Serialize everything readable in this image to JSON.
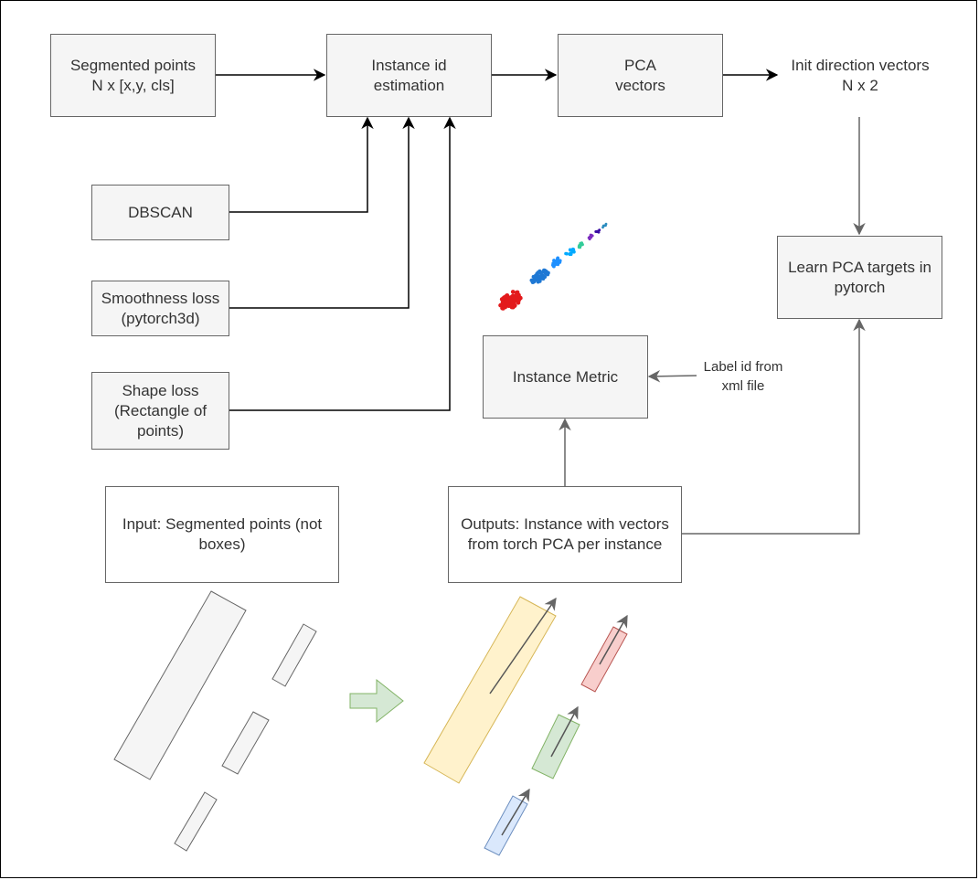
{
  "nodes": {
    "segmented_points": "Segmented points\nN x [x,y, cls]",
    "instance_id": "Instance id\nestimation",
    "pca_vectors": "PCA\nvectors",
    "dbscan": "DBSCAN",
    "smoothness_loss": "Smoothness loss\n(pytorch3d)",
    "shape_loss": "Shape loss\n(Rectangle of\npoints)",
    "learn_pca": "Learn PCA targets in\npytorch",
    "instance_metric": "Instance Metric",
    "input_desc": "Input: Segmented points (not\nboxes)",
    "outputs_desc": "Outputs: Instance with vectors\nfrom torch PCA per instance"
  },
  "labels": {
    "init_direction": "Init direction vectors\nN x 2",
    "label_id": "Label id from\nxml file"
  },
  "colors": {
    "box_fill": "#f5f5f5",
    "box_stroke": "#666666",
    "arrow_black": "#000000",
    "arrow_gray": "#666666",
    "yellow_fill": "#fff2cc",
    "yellow_stroke": "#d6b656",
    "red_fill": "#f8cecc",
    "red_stroke": "#b85450",
    "green_fill": "#d5e8d4",
    "green_stroke": "#82b366",
    "blue_fill": "#dae8fc",
    "blue_stroke": "#6c8ebf",
    "cluster_colors": [
      "#e31a1c",
      "#1f78d4",
      "#1e90ff",
      "#00aaff",
      "#33cc99",
      "#7b2cbf",
      "#3a0ca3",
      "#2b8cbe"
    ]
  }
}
